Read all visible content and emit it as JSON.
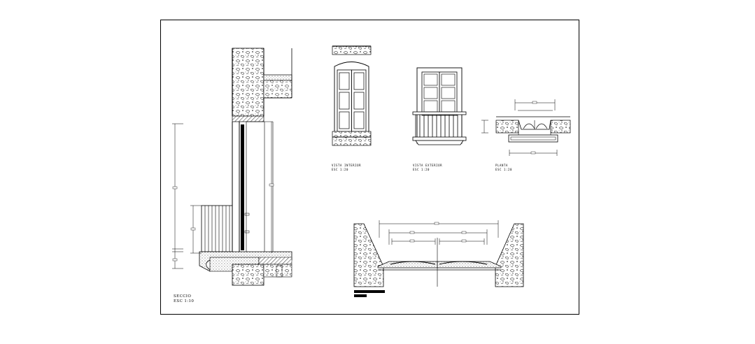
{
  "labels": {
    "section_title": "SECCIO",
    "section_scale": "ESC 1:10",
    "interior_title": "VISTA INTERIOR",
    "interior_scale": "ESC 1:20",
    "exterior_title": "VISTA EXTERIOR",
    "exterior_scale": "ESC 1:20",
    "plan_title": "PLANTA",
    "plan_scale": "ESC 1:20"
  }
}
